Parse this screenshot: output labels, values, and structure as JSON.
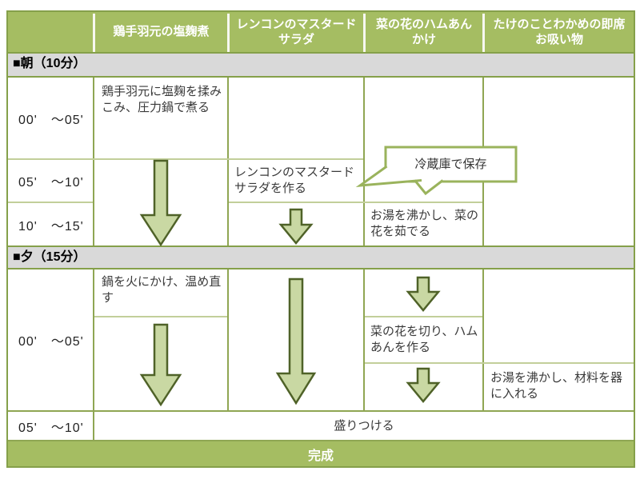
{
  "columns": {
    "corner": "",
    "dishes": [
      "鶏手羽元の塩麹煮",
      "レンコンのマスタードサラダ",
      "菜の花のハムあんかけ",
      "たけのことわかめの即席お吸い物"
    ]
  },
  "sections": [
    {
      "label": "■朝（10分）",
      "callout": "冷蔵庫で保存",
      "rows": [
        {
          "time": "00'　～05'",
          "task_chicken": "鶏手羽元に塩麹を揉みこみ、圧力鍋で煮る"
        },
        {
          "time": "05'　～10'",
          "task_salad": "レンコンのマスタードサラダを作る"
        },
        {
          "time": "10'　～15'",
          "task_nanohana": "お湯を沸かし、菜の花を茹でる"
        }
      ]
    },
    {
      "label": "■夕（15分）",
      "rows": [
        {
          "time": "00'　～05'",
          "task_reheat": "鍋を火にかけ、温め直す",
          "task_nanohana": "菜の花を切り、ハムあんを作る",
          "task_soup": "お湯を沸かし、材料を器に入れる"
        },
        {
          "time": "05'　～10'",
          "task_plating": "盛りつける"
        }
      ]
    }
  ],
  "footer": {
    "label": "完成"
  },
  "colors": {
    "header_green": "#a5bd62",
    "footer_green": "#a5bd62",
    "section_gray": "#d9d9d9",
    "grid_green": "#85a04a",
    "subgrid_green": "#c2cf9a",
    "arrow_fill": "#c9d8a3",
    "arrow_outline": "#4f6228",
    "callout_border": "#9ab35c",
    "header_text": "#ffffff",
    "body_text": "#3a3a3a"
  }
}
